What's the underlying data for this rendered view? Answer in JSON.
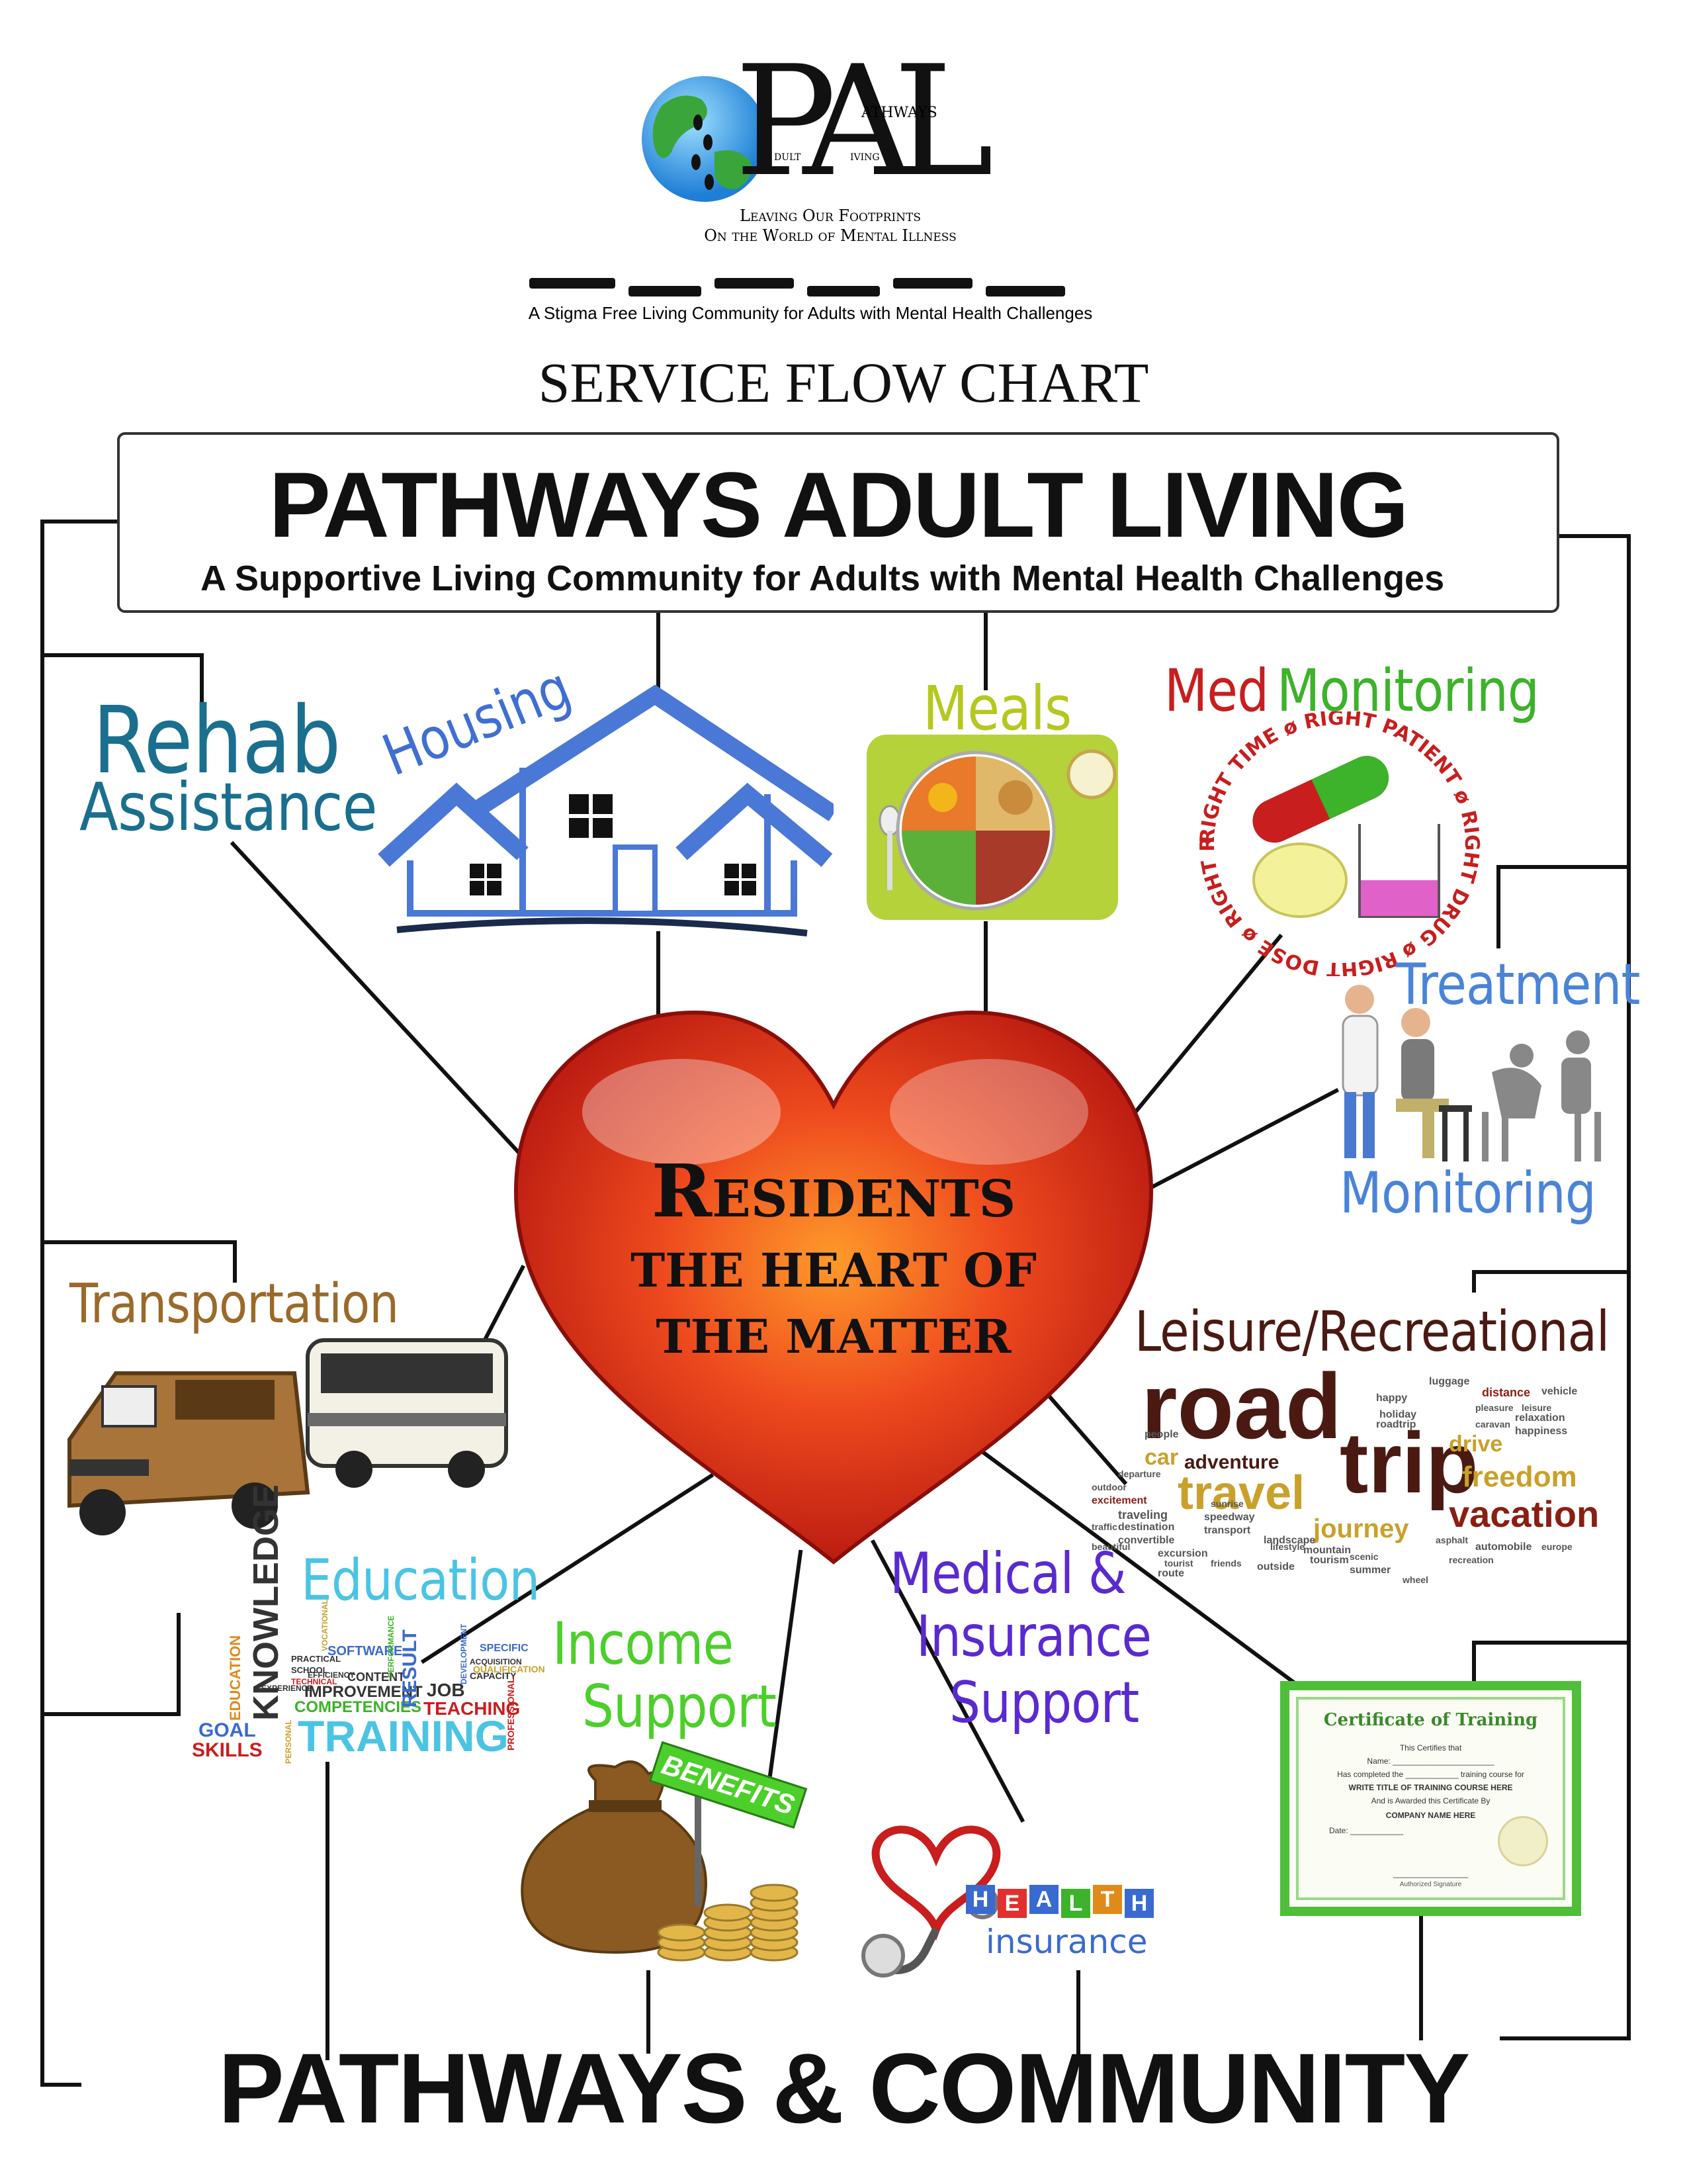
{
  "logo": {
    "letters": "PAL",
    "small_words": [
      "ATHWAYS",
      "DULT",
      "IVING"
    ],
    "motto_line1": "Leaving Our Footprints",
    "motto_line2": "On the World of Mental Illness",
    "tagline": "A Stigma Free Living Community for Adults with Mental Health Challenges"
  },
  "heading": "SERVICE FLOW CHART",
  "title_box": {
    "title": "PATHWAYS ADULT LIVING",
    "subtitle": "A Supportive Living Community for Adults with Mental Health Challenges"
  },
  "center": {
    "line1": "Residents",
    "line2": "THE HEART OF",
    "line3": "THE MATTER"
  },
  "services": {
    "rehab": {
      "line1": "Rehab",
      "line2": "Assistance"
    },
    "housing": "Housing",
    "meals": "Meals",
    "med_monitoring": {
      "word1": "Med",
      "word2": "Monitoring",
      "ring_text": "RIGHT TIME ø RIGHT PATIENT ø RIGHT DRUG ø RIGHT DOSE ø RIGHT ROUTE ø"
    },
    "treatment": {
      "line1": "Treatment",
      "line2": "Monitoring"
    },
    "transportation": "Transportation",
    "leisure": "Leisure/Recreational",
    "education": "Education",
    "income": {
      "line1": "Income",
      "line2": "Support",
      "sign": "BENEFITS"
    },
    "medical": {
      "line1": "Medical &",
      "line2": "Insurance",
      "line3": "Support",
      "cubes": [
        "H",
        "E",
        "A",
        "L",
        "T",
        "H"
      ],
      "insurance_word": "insurance"
    },
    "certificate": {
      "title": "Certificate of Training",
      "lines": [
        "This Certifies that",
        "Name: _______________________",
        "Has completed the ____________ training course for",
        "WRITE TITLE OF TRAINING COURSE HERE",
        "And is Awarded this Certificate By",
        "COMPANY NAME HERE",
        "Date: ____________",
        "_________________",
        "Authorized Signature"
      ]
    }
  },
  "education_cloud": [
    "KNOWLEDGE",
    "EDUCATION",
    "GOAL",
    "SKILLS",
    "TRAINING",
    "IMPROVEMENT",
    "COMPETENCIES",
    "SOFTWARE",
    "CONTENT",
    "RESULT",
    "JOB",
    "TEACHING",
    "SPECIFIC",
    "QUALIFICATION",
    "CAPACITY",
    "PROFESSIONAL",
    "PRACTICAL",
    "SCHOOL",
    "VOCATIONAL",
    "PERSONAL",
    "ACQUISITION",
    "DEVELOPMENT",
    "EFFICIENCY",
    "TECHNICAL",
    "PERFORMANCE",
    "EXPERIENCE"
  ],
  "leisure_cloud": [
    "road",
    "trip",
    "travel",
    "freedom",
    "vacation",
    "adventure",
    "drive",
    "car",
    "journey",
    "luggage",
    "happy",
    "distance",
    "vehicle",
    "holiday",
    "relaxation",
    "happiness",
    "excitement",
    "traveling",
    "destination",
    "speedway",
    "transport",
    "landscape",
    "convertible",
    "excursion",
    "tourism",
    "summer",
    "mountain",
    "outside",
    "people",
    "route",
    "roadtrip",
    "automobile",
    "beautiful",
    "scenic",
    "europe",
    "traffic",
    "sunrise",
    "tourist",
    "friends",
    "wheel",
    "lifestyle",
    "recreation",
    "leisure",
    "pleasure",
    "outdoor",
    "departure",
    "caravan",
    "asphalt"
  ],
  "footer": "PATHWAYS & COMMUNITY",
  "colors": {
    "rehab": "#1a6f8e",
    "housing": "#3f6fd0",
    "meals": "#b5c81e",
    "med_red": "#c81e1e",
    "med_green": "#3db22b",
    "treatment": "#4a84d8",
    "transportation": "#9a6a2a",
    "leisure": "#4a1a12",
    "education": "#4bc4e4",
    "income": "#4ccf2a",
    "medical": "#5a2ad0",
    "heart": "#d8281e",
    "wire": "#111111"
  }
}
